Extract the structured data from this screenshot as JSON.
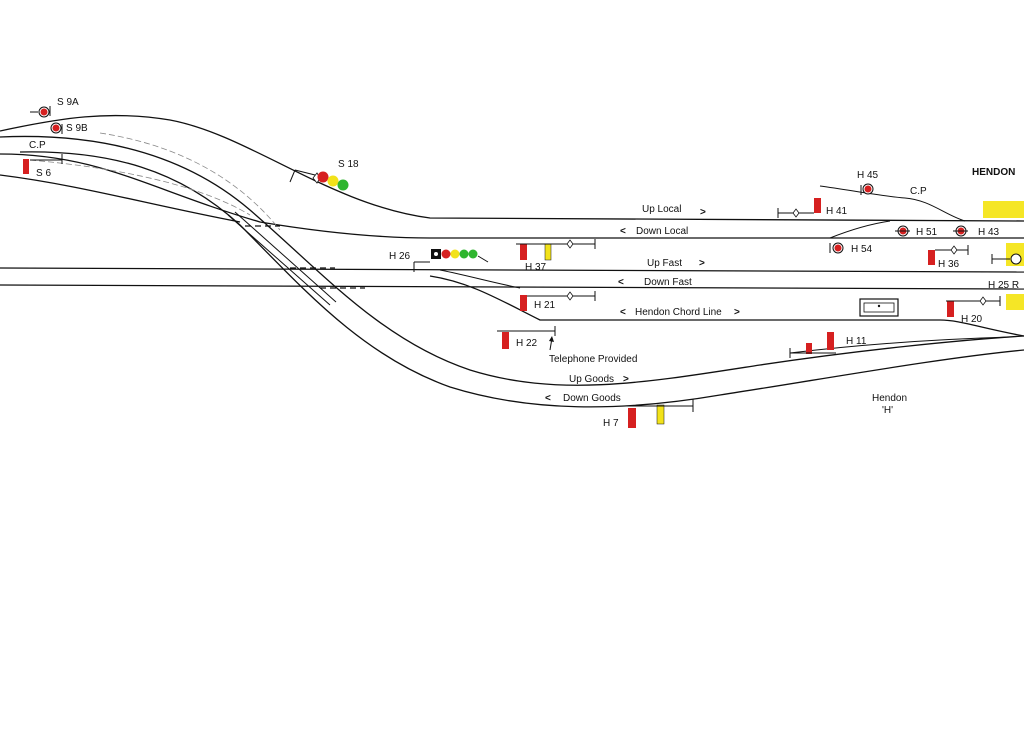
{
  "station": "HENDON",
  "lines": {
    "up_local": "Up Local",
    "down_local": "Down Local",
    "up_fast": "Up Fast",
    "down_fast": "Down Fast",
    "chord": "Hendon Chord Line",
    "up_goods": "Up Goods",
    "down_goods": "Down Goods"
  },
  "arrows": {
    "right": ">",
    "left": "<"
  },
  "signals": {
    "s9a": "S 9A",
    "s9b": "S 9B",
    "s6": "S 6",
    "s18": "S 18",
    "h45": "H 45",
    "h41": "H 41",
    "h51": "H 51",
    "h43": "H 43",
    "h54": "H 54",
    "h36": "H 36",
    "h26": "H 26",
    "h37": "H 37",
    "h25r": "H 25 R",
    "h21": "H 21",
    "h20": "H 20",
    "h22": "H 22",
    "h11": "H 11",
    "h7": "H 7"
  },
  "labels": {
    "cp_left": "C.P",
    "cp_right": "C.P",
    "telephone": "Telephone Provided",
    "box_name": "Hendon",
    "box_code": "'H'"
  },
  "colors": {
    "red": "#d62020",
    "yellow": "#f2e21a",
    "green": "#2fb52f",
    "platform": "#f5e626"
  }
}
